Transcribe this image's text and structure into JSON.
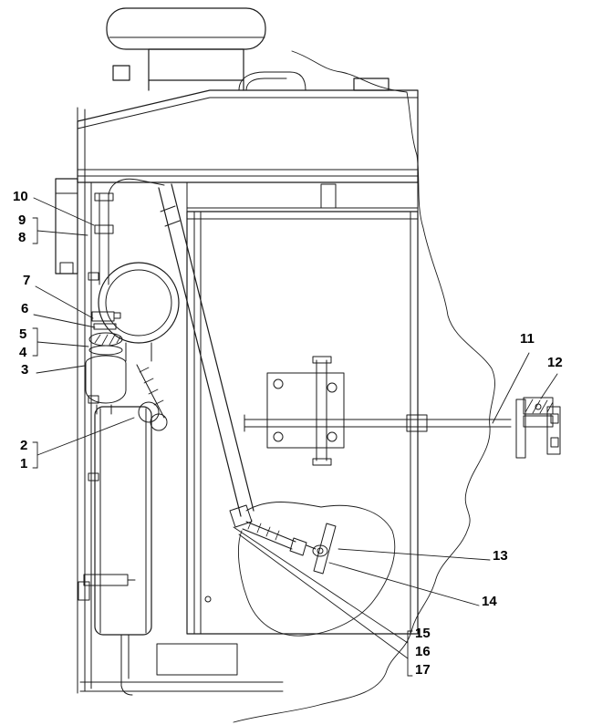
{
  "figure": {
    "background_color": "#ffffff",
    "line_color": "#1b1b1b"
  },
  "callouts": [
    {
      "label": "1"
    },
    {
      "label": "2"
    },
    {
      "label": "3"
    },
    {
      "label": "4"
    },
    {
      "label": "5"
    },
    {
      "label": "6"
    },
    {
      "label": "7"
    },
    {
      "label": "8"
    },
    {
      "label": "9"
    },
    {
      "label": "10"
    },
    {
      "label": "11"
    },
    {
      "label": "12"
    },
    {
      "label": "13"
    },
    {
      "label": "14"
    },
    {
      "label": "15"
    },
    {
      "label": "16"
    },
    {
      "label": "17"
    }
  ]
}
